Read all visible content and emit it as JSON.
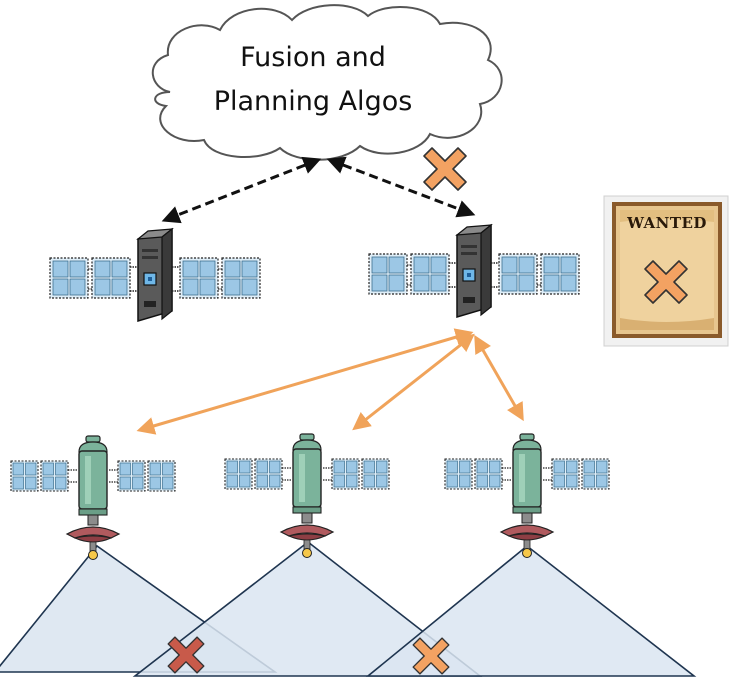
{
  "cloud": {
    "line1": "Fusion and",
    "line2": "Planning Algos"
  },
  "wanted_poster": {
    "title": "WANTED"
  },
  "colors": {
    "cloud_fill": "#ffffff",
    "cloud_stroke": "#555555",
    "black_link": "#111111",
    "orange_link": "#f0a35a",
    "cross_orange": "#f3a262",
    "cross_red": "#c85a4a",
    "cross_outline": "#333333",
    "footprint_fill": "#dbe5f1",
    "footprint_stroke": "#1f3550",
    "solar_panel": "#9cc7e5",
    "server_body": "#555555",
    "satellite_body": "#7bb39b",
    "dish": "#9c4c50",
    "poster_paper": "#e7c58e",
    "poster_frame": "#8a5a2b"
  },
  "icons": [
    "cloud-icon",
    "server-satellite-icon",
    "observation-satellite-icon",
    "cross-icon",
    "wanted-poster-icon"
  ]
}
